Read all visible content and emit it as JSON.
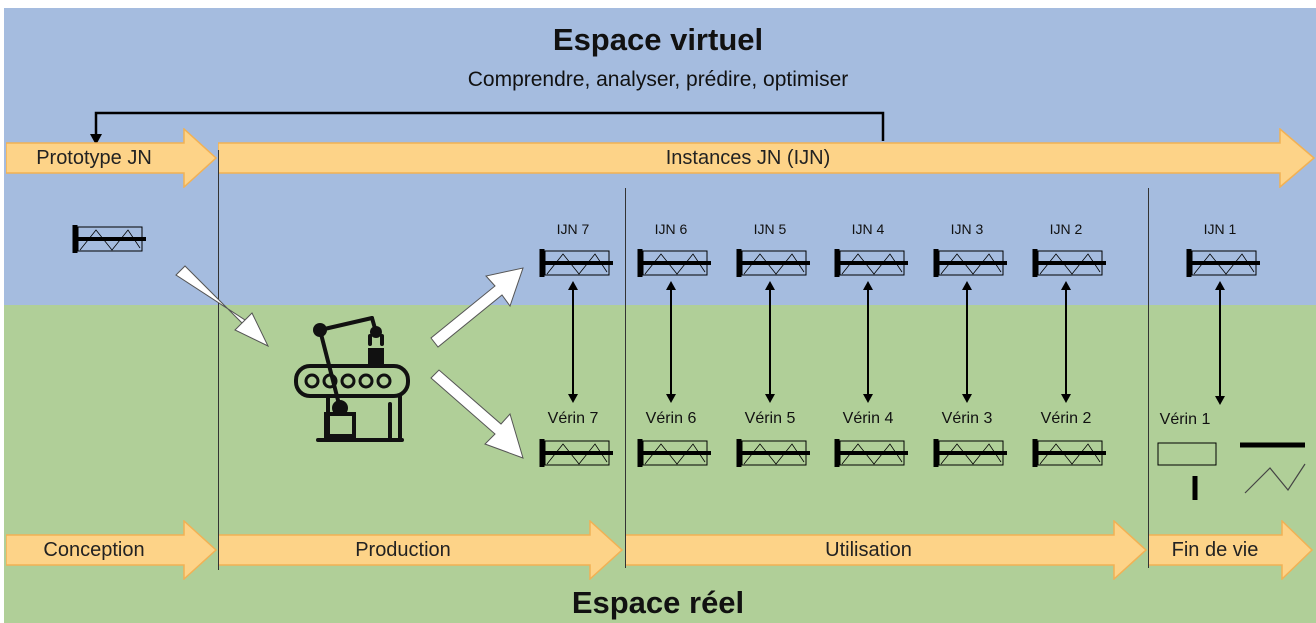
{
  "header": {
    "title": "Espace virtuel",
    "subtitle": "Comprendre, analyser, prédire, optimiser"
  },
  "footer": {
    "title": "Espace réel"
  },
  "colors": {
    "virtual_bg": "#a5bcdf",
    "real_bg": "#b0cf98",
    "arrow_fill": "#fdd388",
    "arrow_stroke": "#f2b154"
  },
  "top_arrows": {
    "prototype": "Prototype JN",
    "instances": "Instances JN (IJN)"
  },
  "phases": [
    "Conception",
    "Production",
    "Utilisation",
    "Fin de vie"
  ],
  "icons": {
    "cylinder": "cylinder-icon",
    "factory": "robot-assembly-line-icon",
    "flow": "flow-arrow-icon"
  },
  "twins": [
    {
      "virtual": "IJN 7",
      "real": "Vérin 7"
    },
    {
      "virtual": "IJN 6",
      "real": "Vérin 6"
    },
    {
      "virtual": "IJN 5",
      "real": "Vérin 5"
    },
    {
      "virtual": "IJN 4",
      "real": "Vérin 4"
    },
    {
      "virtual": "IJN 3",
      "real": "Vérin 3"
    },
    {
      "virtual": "IJN 2",
      "real": "Vérin 2"
    },
    {
      "virtual": "IJN 1",
      "real": "Vérin 1"
    }
  ]
}
